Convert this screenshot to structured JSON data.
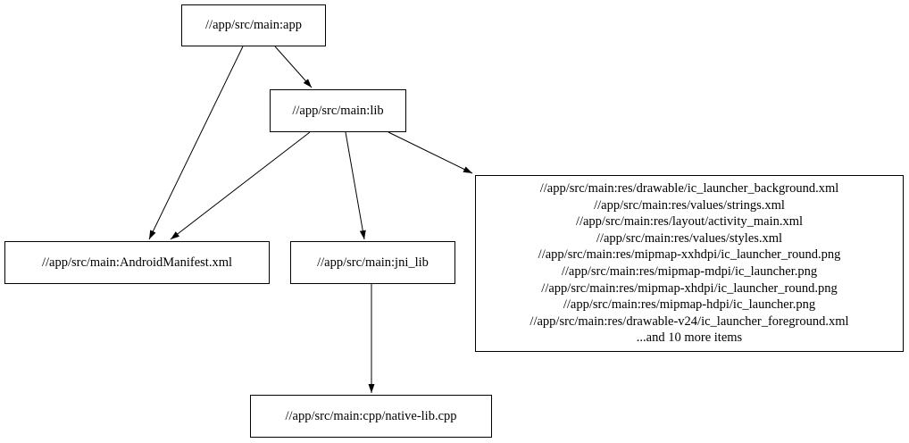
{
  "diagram": {
    "type": "dependency-graph",
    "background_color": "#ffffff",
    "node_border_color": "#000000",
    "edge_color": "#000000",
    "nodes": {
      "app": {
        "label": "//app/src/main:app"
      },
      "lib": {
        "label": "//app/src/main:lib"
      },
      "android_manifest": {
        "label": "//app/src/main:AndroidManifest.xml"
      },
      "jni_lib": {
        "label": "//app/src/main:jni_lib"
      },
      "res_group": {
        "lines": [
          "//app/src/main:res/drawable/ic_launcher_background.xml",
          "//app/src/main:res/values/strings.xml",
          "//app/src/main:res/layout/activity_main.xml",
          "//app/src/main:res/values/styles.xml",
          "//app/src/main:res/mipmap-xxhdpi/ic_launcher_round.png",
          "//app/src/main:res/mipmap-mdpi/ic_launcher.png",
          "//app/src/main:res/mipmap-xhdpi/ic_launcher_round.png",
          "//app/src/main:res/mipmap-hdpi/ic_launcher.png",
          "//app/src/main:res/drawable-v24/ic_launcher_foreground.xml",
          "...and 10 more items"
        ]
      },
      "native_lib": {
        "label": "//app/src/main:cpp/native-lib.cpp"
      }
    },
    "edges": [
      {
        "from": "app",
        "to": "lib"
      },
      {
        "from": "app",
        "to": "android_manifest"
      },
      {
        "from": "lib",
        "to": "android_manifest"
      },
      {
        "from": "lib",
        "to": "jni_lib"
      },
      {
        "from": "lib",
        "to": "res_group"
      },
      {
        "from": "jni_lib",
        "to": "native_lib"
      }
    ]
  }
}
